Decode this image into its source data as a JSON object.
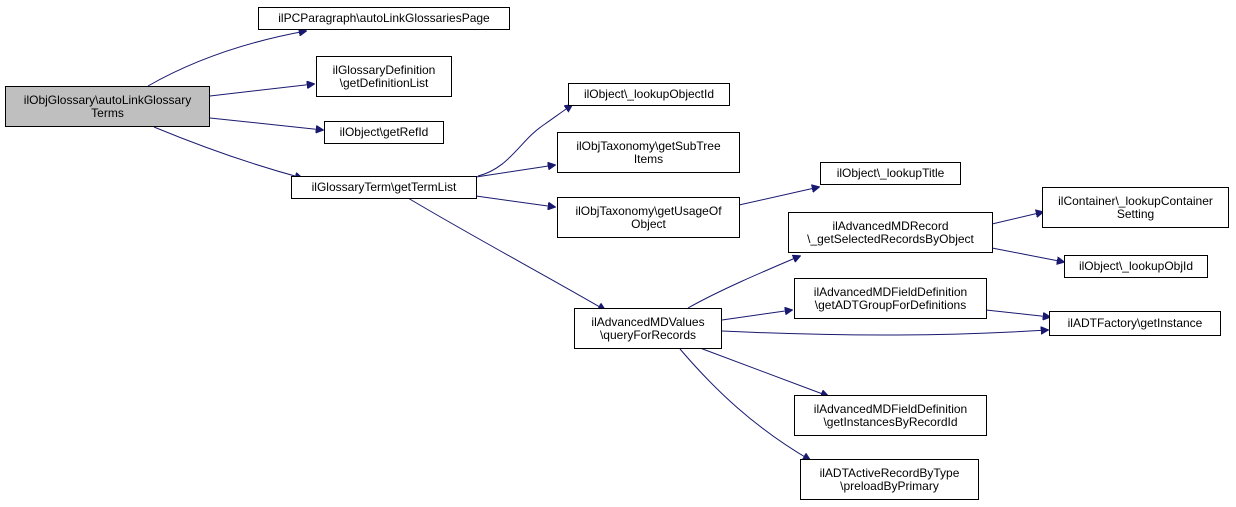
{
  "nodes": {
    "root": {
      "lines": [
        "ilObjGlossary\\autoLinkGlossary",
        "Terms"
      ]
    },
    "pcpar": {
      "lines": [
        "ilPCParagraph\\autoLinkGlossariesPage"
      ]
    },
    "glosdef": {
      "lines": [
        "ilGlossaryDefinition",
        "\\getDefinitionList"
      ]
    },
    "getref": {
      "lines": [
        "ilObject\\getRefId"
      ]
    },
    "termlist": {
      "lines": [
        "ilGlossaryTerm\\getTermList"
      ]
    },
    "lookobj": {
      "lines": [
        "ilObject\\_lookupObjectId"
      ]
    },
    "subtree": {
      "lines": [
        "ilObjTaxonomy\\getSubTree",
        "Items"
      ]
    },
    "usage": {
      "lines": [
        "ilObjTaxonomy\\getUsageOf",
        "Object"
      ]
    },
    "looktitle": {
      "lines": [
        "ilObject\\_lookupTitle"
      ]
    },
    "amdrec": {
      "lines": [
        "ilAdvancedMDRecord",
        "\\_getSelectedRecordsByObject"
      ]
    },
    "contset": {
      "lines": [
        "ilContainer\\_lookupContainer",
        "Setting"
      ]
    },
    "lookobjid": {
      "lines": [
        "ilObject\\_lookupObjId"
      ]
    },
    "amdvals": {
      "lines": [
        "ilAdvancedMDValues",
        "\\queryForRecords"
      ]
    },
    "adtgroup": {
      "lines": [
        "ilAdvancedMDFieldDefinition",
        "\\getADTGroupForDefinitions"
      ]
    },
    "adtfact": {
      "lines": [
        "ilADTFactory\\getInstance"
      ]
    },
    "instrec": {
      "lines": [
        "ilAdvancedMDFieldDefinition",
        "\\getInstancesByRecordId"
      ]
    },
    "adtact": {
      "lines": [
        "ilADTActiveRecordByType",
        "\\preloadByPrimary"
      ]
    }
  }
}
